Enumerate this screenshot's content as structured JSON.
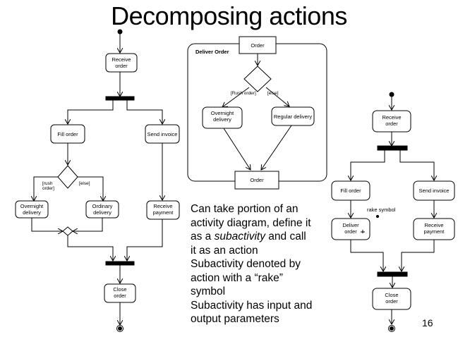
{
  "title": "Decomposing actions",
  "left_diagram": {
    "receive_order": [
      "Receive",
      "order"
    ],
    "fill_order": "Fill order",
    "send_invoice": "Send invoice",
    "guard_rush": [
      "[rush",
      "order]"
    ],
    "guard_else": "[else]",
    "overnight_delivery": [
      "Overnight",
      "delivery"
    ],
    "ordinary_delivery": [
      "Ordinary",
      "delivery"
    ],
    "receive_payment": [
      "Receive",
      "payment"
    ],
    "close_order": [
      "Close",
      "order"
    ]
  },
  "subactivity": {
    "frame_label": "Deliver Order",
    "order_in": "Order",
    "guard_rush": "[Rush order]",
    "guard_else": "[else]",
    "overnight_delivery": [
      "Overnight",
      "delivery"
    ],
    "regular_delivery": "Regular delivery",
    "order_out": "Order"
  },
  "right_diagram": {
    "receive_order": [
      "Receive",
      "order"
    ],
    "fill_order": "Fill order",
    "send_invoice": "Send invoice",
    "rake_symbol_label": "rake symbol",
    "deliver_order": [
      "Deliver",
      "order"
    ],
    "receive_payment": [
      "Receive",
      "payment"
    ],
    "close_order": [
      "Close",
      "order"
    ]
  },
  "description": {
    "line1": "Can take portion of an",
    "line2": "activity diagram, define it",
    "line3_pre": "as a ",
    "line3_em": "subactivity",
    "line3_post": " and call",
    "line4": "it as an action",
    "line5": "Subactivity denoted by",
    "line6": "action with a “rake”",
    "line7": "symbol",
    "line8": "Subactivity has input and",
    "line9": "output parameters"
  },
  "page_number": "16"
}
